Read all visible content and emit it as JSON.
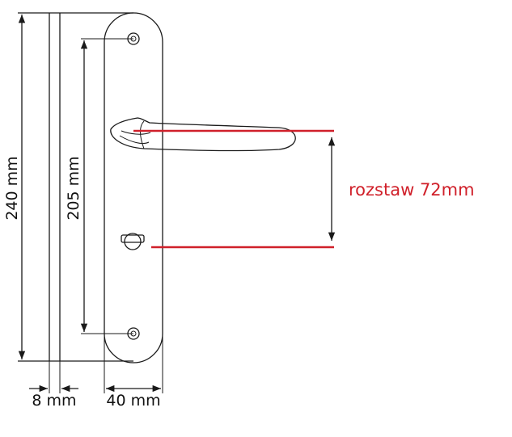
{
  "dimensions": {
    "total_height": "240 mm",
    "hole_spacing": "205 mm",
    "plate_thickness": "8 mm",
    "plate_width": "40 mm",
    "handle_spacing": "rozstaw 72mm"
  },
  "colors": {
    "accent": "#d0202a",
    "line": "#1a1a1a",
    "background": "#ffffff"
  }
}
